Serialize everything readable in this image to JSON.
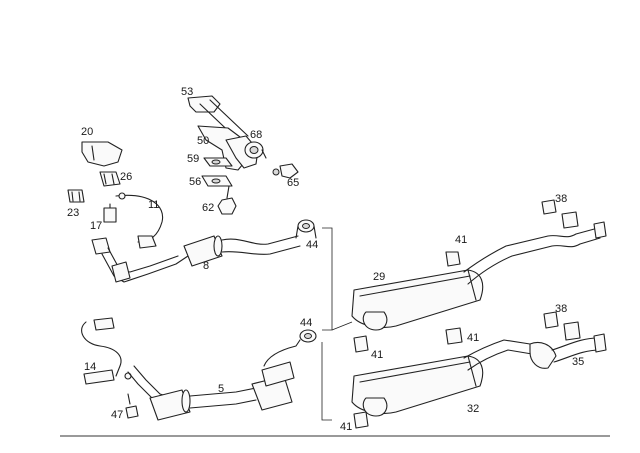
{
  "callouts": [
    {
      "id": "c53",
      "text": "53"
    },
    {
      "id": "c20",
      "text": "20"
    },
    {
      "id": "c50",
      "text": "50"
    },
    {
      "id": "c68",
      "text": "68"
    },
    {
      "id": "c59",
      "text": "59"
    },
    {
      "id": "c56",
      "text": "56"
    },
    {
      "id": "c65",
      "text": "65"
    },
    {
      "id": "c26",
      "text": "26"
    },
    {
      "id": "c23",
      "text": "23"
    },
    {
      "id": "c17",
      "text": "17"
    },
    {
      "id": "c11",
      "text": "11"
    },
    {
      "id": "c62",
      "text": "62"
    },
    {
      "id": "c8",
      "text": "8"
    },
    {
      "id": "c44a",
      "text": "44"
    },
    {
      "id": "c44b",
      "text": "44"
    },
    {
      "id": "c14",
      "text": "14"
    },
    {
      "id": "c5",
      "text": "5"
    },
    {
      "id": "c47",
      "text": "47"
    },
    {
      "id": "c29",
      "text": "29"
    },
    {
      "id": "c41a",
      "text": "41"
    },
    {
      "id": "c41b",
      "text": "41"
    },
    {
      "id": "c41c",
      "text": "41"
    },
    {
      "id": "c41d",
      "text": "41"
    },
    {
      "id": "c38a",
      "text": "38"
    },
    {
      "id": "c38b",
      "text": "38"
    },
    {
      "id": "c35",
      "text": "35"
    },
    {
      "id": "c32",
      "text": "32"
    }
  ]
}
